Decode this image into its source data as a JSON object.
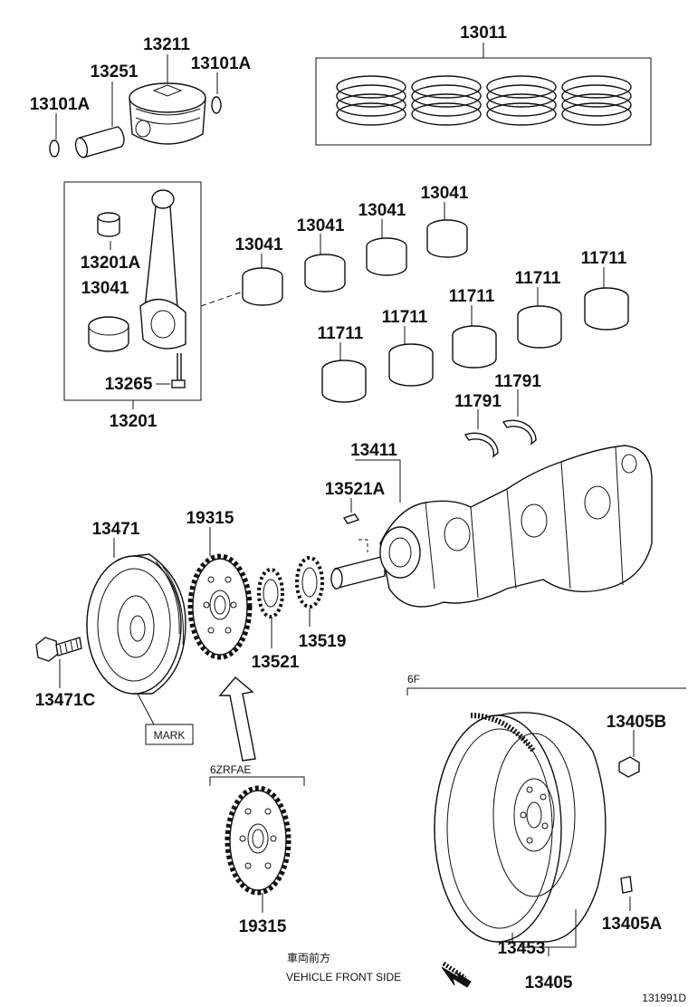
{
  "diagram": {
    "labels": {
      "p13011": "13011",
      "p13211": "13211",
      "p13251": "13251",
      "p13101a_left": "13101A",
      "p13101a_right": "13101A",
      "p13201a": "13201A",
      "p13041_rod": "13041",
      "p13265": "13265",
      "p13201": "13201",
      "p13041_a": "13041",
      "p13041_b": "13041",
      "p13041_c": "13041",
      "p13041_d": "13041",
      "p11711_a": "11711",
      "p11711_b": "11711",
      "p11711_c": "11711",
      "p11711_d": "11711",
      "p11711_e": "11711",
      "p11791_a": "11791",
      "p11791_b": "11791",
      "p13411": "13411",
      "p13521a": "13521A",
      "p13471": "13471",
      "p19315_top": "19315",
      "p13521": "13521",
      "p13519": "13519",
      "p13471c": "13471C",
      "mark": "MARK",
      "variant_6zrfae": "6ZRFAE",
      "p19315_bottom": "19315",
      "variant_6f": "6F",
      "p13405b": "13405B",
      "p13405a": "13405A",
      "p13453": "13453",
      "p13405": "13405",
      "front_jp": "車両前方",
      "front_en": "VEHICLE FRONT SIDE",
      "diagram_id": "131991D"
    }
  }
}
